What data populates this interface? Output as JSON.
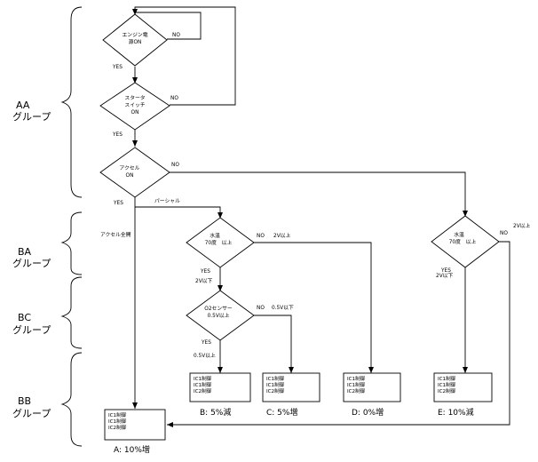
{
  "groups": {
    "aa": {
      "line1": "AA",
      "line2": "グループ"
    },
    "ba": {
      "line1": "BA",
      "line2": "グループ"
    },
    "bc": {
      "line1": "BC",
      "line2": "グループ"
    },
    "bb": {
      "line1": "BB",
      "line2": "グループ"
    }
  },
  "decisions": {
    "engine": {
      "line1": "エンジン電",
      "line2": "源ON"
    },
    "starter": {
      "line1": "スタータ",
      "line2": "スイッチ",
      "line3": "ON"
    },
    "accel": {
      "line1": "アクセル",
      "line2": "ON"
    },
    "water1": {
      "line1": "水温",
      "line2": "70度　以上"
    },
    "o2": {
      "line1": "O2センサー",
      "line2": "0.5V以上"
    },
    "water2": {
      "line1": "水温",
      "line2": "70度　以上"
    }
  },
  "labels": {
    "engine_no": "NO",
    "engine_yes": "YES",
    "starter_no": "NO",
    "starter_yes": "YES",
    "accel_no": "NO",
    "accel_yes": "YES",
    "partial": "パーシャル",
    "full": "アクセル全開",
    "water1_no": "NO",
    "water1_no_v": "2V以上",
    "water1_yes": "YES",
    "water1_yes_v": "2V以下",
    "o2_no": "NO",
    "o2_no_v": "0.5V以下",
    "o2_yes": "YES",
    "o2_yes_v": "0.5V以上",
    "water2_no": "NO",
    "water2_no_v": "2V以上",
    "water2_yes": "YES",
    "water2_yes_v": "2V以下"
  },
  "boxes": {
    "a": {
      "lines": [
        "IC1制御",
        "IC1制御",
        "IC2制御"
      ],
      "caption": "A: 10%増"
    },
    "b": {
      "lines": [
        "IC1制御",
        "IC1制御",
        "IC2制御"
      ],
      "caption": "B: 5%減"
    },
    "c": {
      "lines": [
        "IC1制御",
        "IC1制御",
        "IC2制御"
      ],
      "caption": "C: 5%増"
    },
    "d": {
      "lines": [
        "IC1制御",
        "IC1制御",
        "IC2制御"
      ],
      "caption": "D: 0%増"
    },
    "e": {
      "lines": [
        "IC1制御",
        "IC1制御",
        "IC2制御"
      ],
      "caption": "E: 10%減"
    }
  }
}
